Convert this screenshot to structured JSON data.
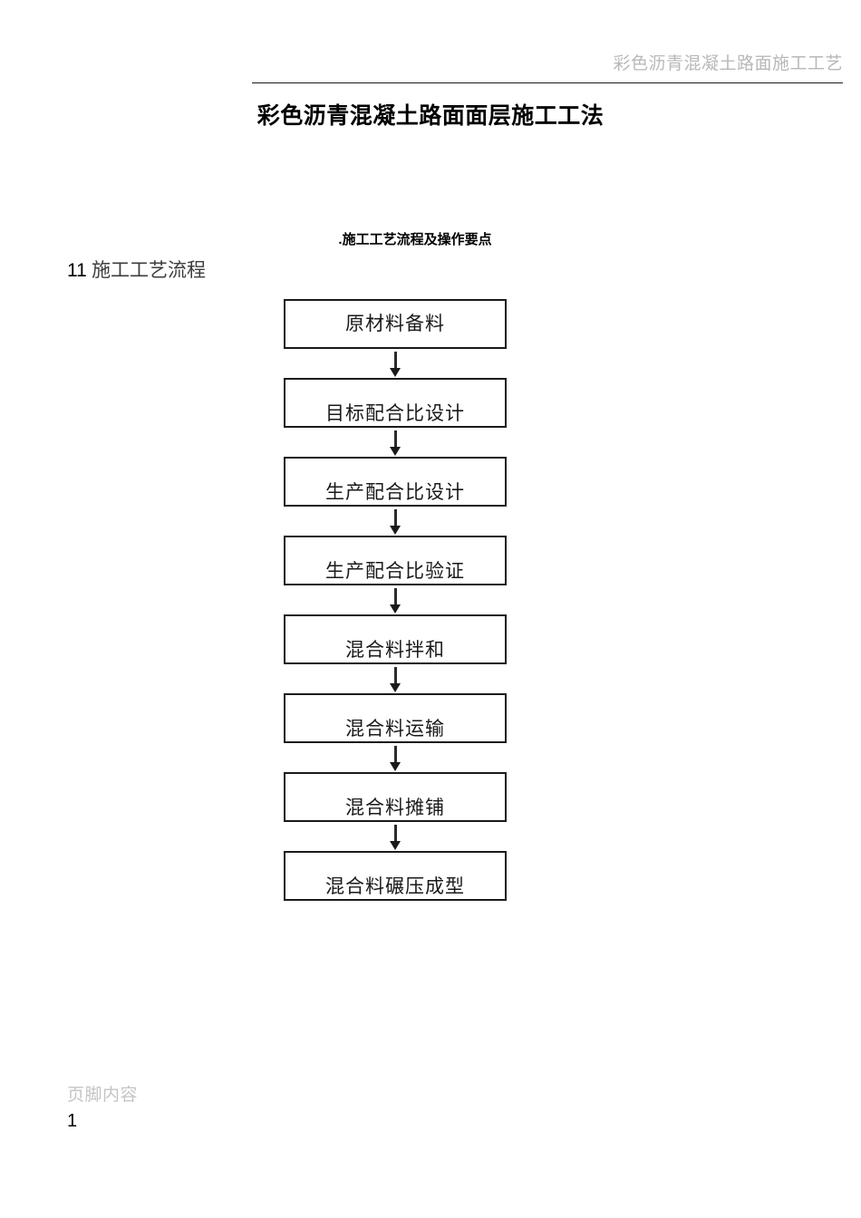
{
  "header": {
    "running_head": "彩色沥青混凝土路面施工工艺"
  },
  "title": "彩色沥青混凝土路面面层施工工法",
  "section": {
    "number": "11",
    "label": "施工工艺流程"
  },
  "flowchart": {
    "heading": ".施工工艺流程及操作要点",
    "nodes": [
      {
        "label": "原材料备料"
      },
      {
        "label": "目标配合比设计"
      },
      {
        "label": "生产配合比设计"
      },
      {
        "label": "生产配合比验证"
      },
      {
        "label": "混合料拌和"
      },
      {
        "label": "混合料运输"
      },
      {
        "label": "混合料摊铺"
      },
      {
        "label": "混合料碾压成型"
      }
    ]
  },
  "footer": {
    "text": "页脚内容",
    "page_number": "1"
  },
  "colors": {
    "ink": "#1a1a1a",
    "muted": "#b8b8b8",
    "footer_muted": "#c4c4c4"
  }
}
